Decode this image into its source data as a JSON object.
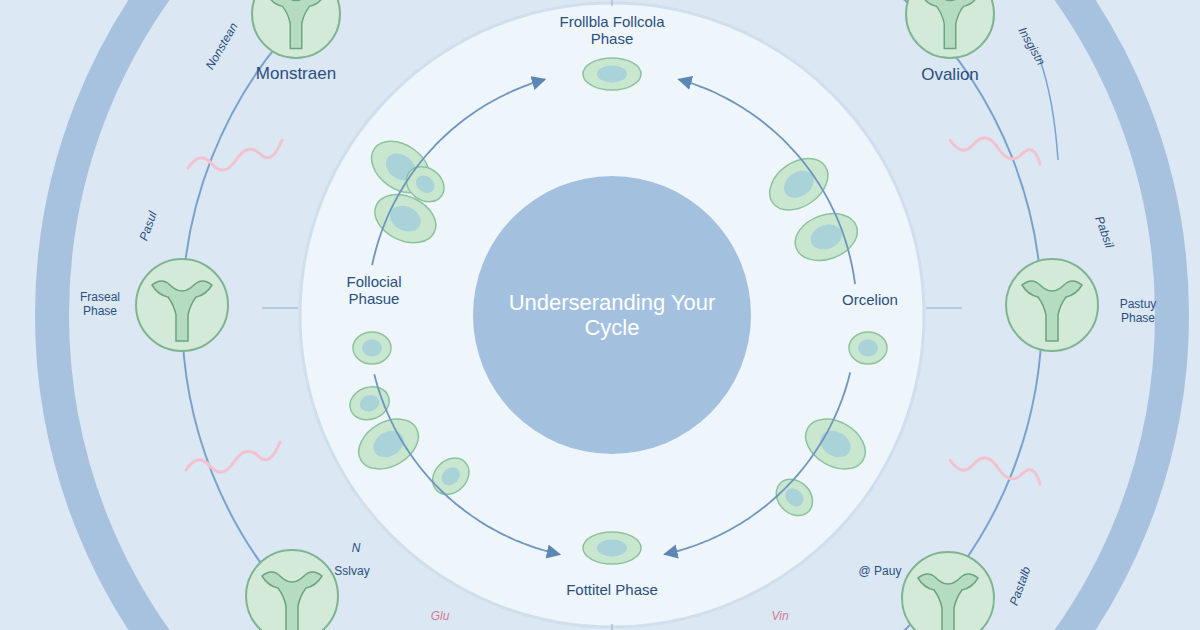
{
  "diagram": {
    "nodes": [
      {
        "text": [
          "Underseranding Your Cycle"
        ]
      },
      {
        "text": [
          "Monstraen"
        ]
      },
      {
        "text": [
          "Ovalion"
        ]
      },
      {
        "text": [
          "Fraseal Phase"
        ]
      },
      {
        "text": [
          "Pastuy Phase"
        ]
      },
      {
        "text": [
          "Sslvay"
        ]
      },
      {
        "text": [
          "@ Pauy"
        ]
      },
      {
        "text": [
          "Frollbla Follcola Phase"
        ]
      },
      {
        "text": [
          "Follocial Phasue"
        ]
      },
      {
        "text": [
          "Orcelion"
        ]
      },
      {
        "text": [
          "Fottitel Phase"
        ]
      }
    ],
    "edges": [
      {
        "from": 8,
        "to": 7,
        "arrow": "to"
      },
      {
        "from": 9,
        "to": 7,
        "arrow": "to"
      },
      {
        "from": 8,
        "to": 10,
        "arrow": "to"
      },
      {
        "from": 9,
        "to": 10,
        "arrow": "to"
      }
    ],
    "labels": [
      "Nonstean",
      "Insgistn",
      "Pasul",
      "Pabsil",
      "N",
      "Pastalb",
      "Glu",
      "Vin"
    ]
  }
}
